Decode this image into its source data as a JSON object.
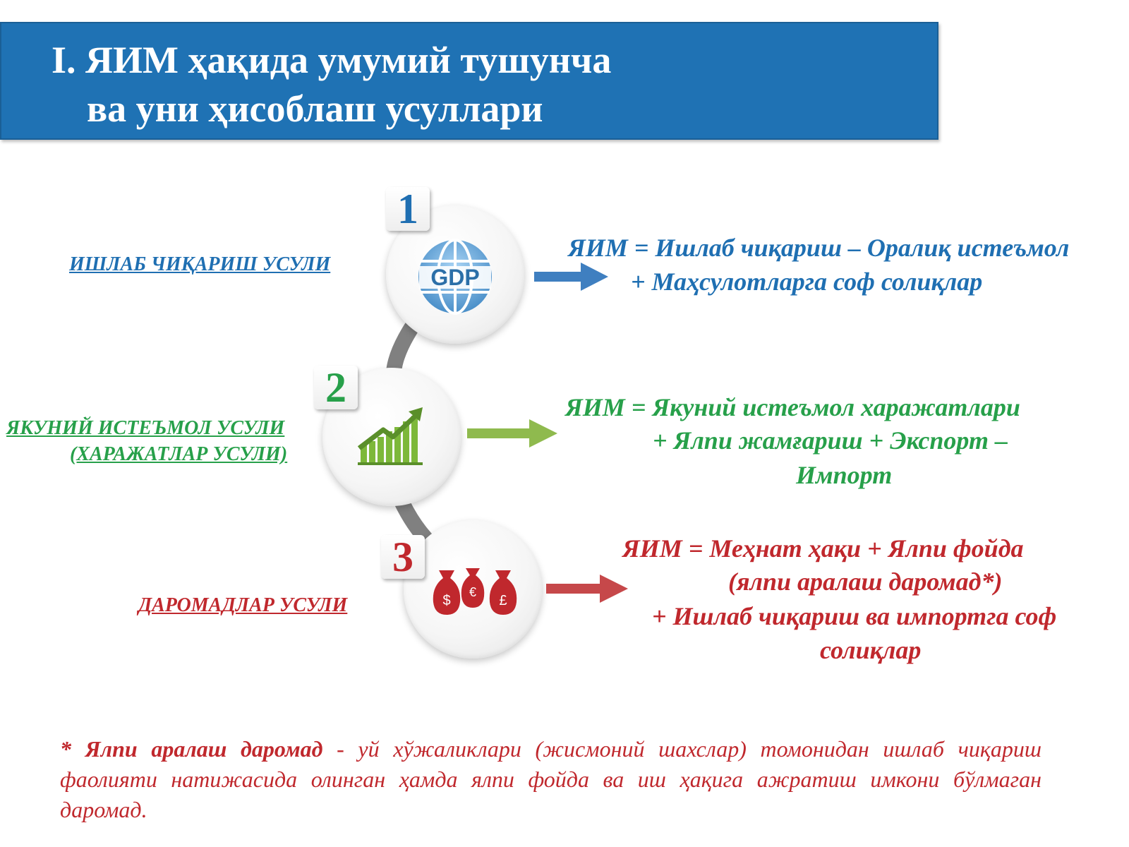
{
  "title": {
    "line1": "I. ЯИМ ҳақида умумий тушунча",
    "line2": "ва уни ҳисоблаш усуллари"
  },
  "methods": [
    {
      "number": "1",
      "icon": "gdp-globe-icon",
      "label": "ИШЛАБ ЧИҚАРИШ УСУЛИ",
      "color": "#1f6fb2",
      "formula": [
        "ЯИМ = Ишлаб чиқариш – Оралиқ истеъмол",
        "+ Маҳсулотларга соф солиқлар"
      ]
    },
    {
      "number": "2",
      "icon": "growth-bar-chart-icon",
      "label_line1": "ЯКУНИЙ ИСТЕЪМОЛ УСУЛИ",
      "label_line2": "(ХАРАЖАТЛАР УСУЛИ)",
      "color": "#27a04a",
      "formula": [
        "ЯИМ = Якуний истеъмол харажатлари",
        "+ Ялпи жамғариш + Экспорт –",
        "Импорт"
      ]
    },
    {
      "number": "3",
      "icon": "money-bags-icon",
      "label": "ДАРОМАДЛАР УСУЛИ",
      "color": "#c0282d",
      "formula": [
        "ЯИМ = Меҳнат ҳақи + Ялпи фойда",
        "(ялпи аралаш даромад*)",
        "+ Ишлаб чиқариш ва импортга соф",
        "солиқлар"
      ]
    }
  ],
  "gdp_text": "GDP",
  "money_symbols": [
    "$",
    "€",
    "£"
  ],
  "footnote": {
    "term": "* Ялпи аралаш даромад",
    "definition": " - уй хўжаликлари (жисмоний шахслар) томонидан ишлаб чиқариш фаолияти натижасида олинган ҳамда ялпи фойда ва иш ҳақига ажратиш имкони бўлмаган даромад."
  },
  "colors": {
    "title_bg": "#1f72b4",
    "blue": "#1f6fb2",
    "green": "#27a04a",
    "red": "#c0282d",
    "connector": "#808080"
  }
}
